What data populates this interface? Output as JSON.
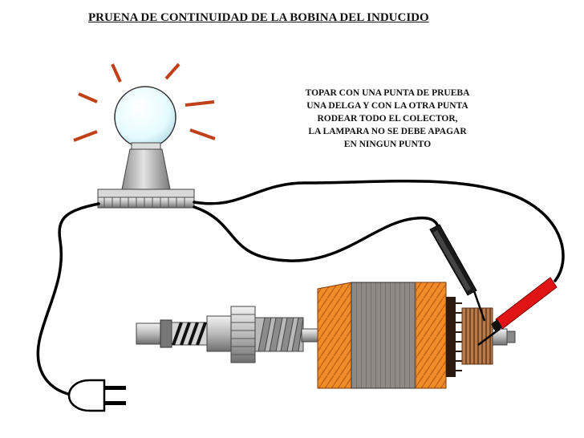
{
  "title": "PRUENA DE CONTINUIDAD DE LA BOBINA DEL INDUCIDO",
  "instructions": [
    "TOPAR CON UNA PUNTA DE PRUEBA",
    "UNA DELGA Y CON LA OTRA PUNTA",
    "RODEAR TODO EL COLECTOR,",
    "LA LAMPARA NO SE DEBE APAGAR",
    "EN NINGUN PUNTO"
  ],
  "colors": {
    "light_rays": "#c0401a",
    "bulb": "#e9fbff",
    "probe_black": "#1a1a1a",
    "probe_red": "#e01414",
    "winding_copper": "#f08c28",
    "commutator": "#b87a4a",
    "armature_core": "#8a8580",
    "wire": "#000000"
  },
  "icons": [
    "light-bulb-icon",
    "power-plug-icon",
    "test-probe-icon",
    "armature-icon"
  ]
}
